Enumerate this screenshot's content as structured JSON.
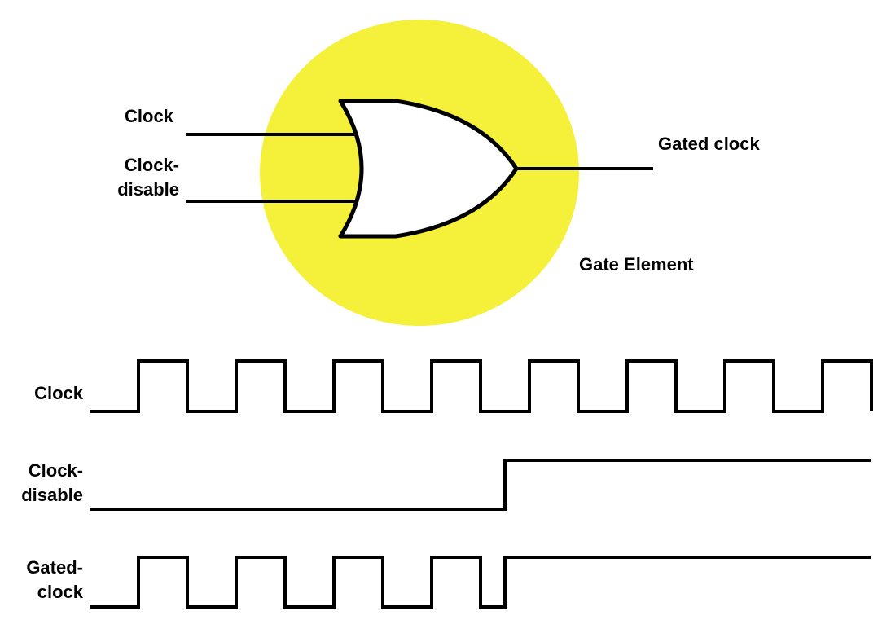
{
  "gate_diagram": {
    "input_1_label": "Clock",
    "input_2_label_line1": "Clock-",
    "input_2_label_line2": "disable",
    "output_label": "Gated clock",
    "element_label": "Gate Element",
    "highlight_color": "#f5f03a",
    "gate_type": "OR"
  },
  "timing_diagram": {
    "signals": [
      {
        "label_line1": "Clock",
        "label_line2": ""
      },
      {
        "label_line1": "Clock-",
        "label_line2": "disable"
      },
      {
        "label_line1": "Gated-",
        "label_line2": "clock"
      }
    ]
  },
  "colors": {
    "line": "#000000",
    "background": "#ffffff",
    "highlight": "#f5f03a"
  }
}
